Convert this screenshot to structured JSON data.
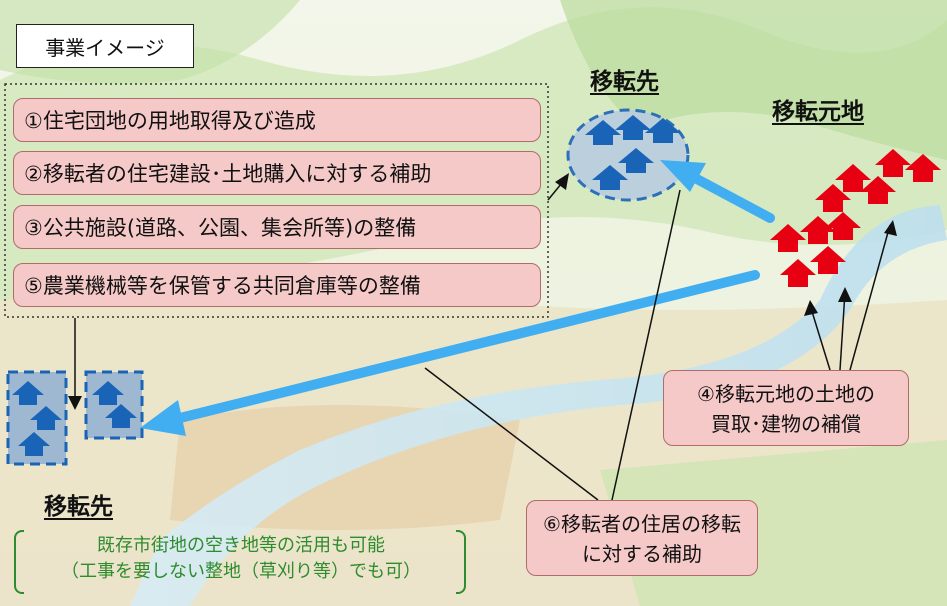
{
  "title": "事業イメージ",
  "measures": [
    {
      "id": "m1",
      "label": "①住宅団地の用地取得及び造成"
    },
    {
      "id": "m2",
      "label": "②移転者の住宅建設･土地購入に対する補助"
    },
    {
      "id": "m3",
      "label": "③公共施設(道路、公園、集会所等)の整備"
    },
    {
      "id": "m5",
      "label": "⑤農業機械等を保管する共同倉庫等の整備"
    }
  ],
  "compensation": {
    "line1": "④移転元地の土地の",
    "line2": "買取･建物の補償"
  },
  "relocation_aid": {
    "line1": "⑥移転者の住居の移転",
    "line2": "に対する補助"
  },
  "destination_top": "移転先",
  "destination_bottom": "移転先",
  "origin": "移転元地",
  "note": {
    "line1": "既存市街地の空き地等の活用も可能",
    "line2": "（工事を要しない整地（草刈り等）でも可）"
  },
  "colors": {
    "red": "#e60012",
    "blue": "#1a64b8",
    "arrow": "#40aef0",
    "pink": "#f6c9c9",
    "green": "#2e8b2e"
  }
}
